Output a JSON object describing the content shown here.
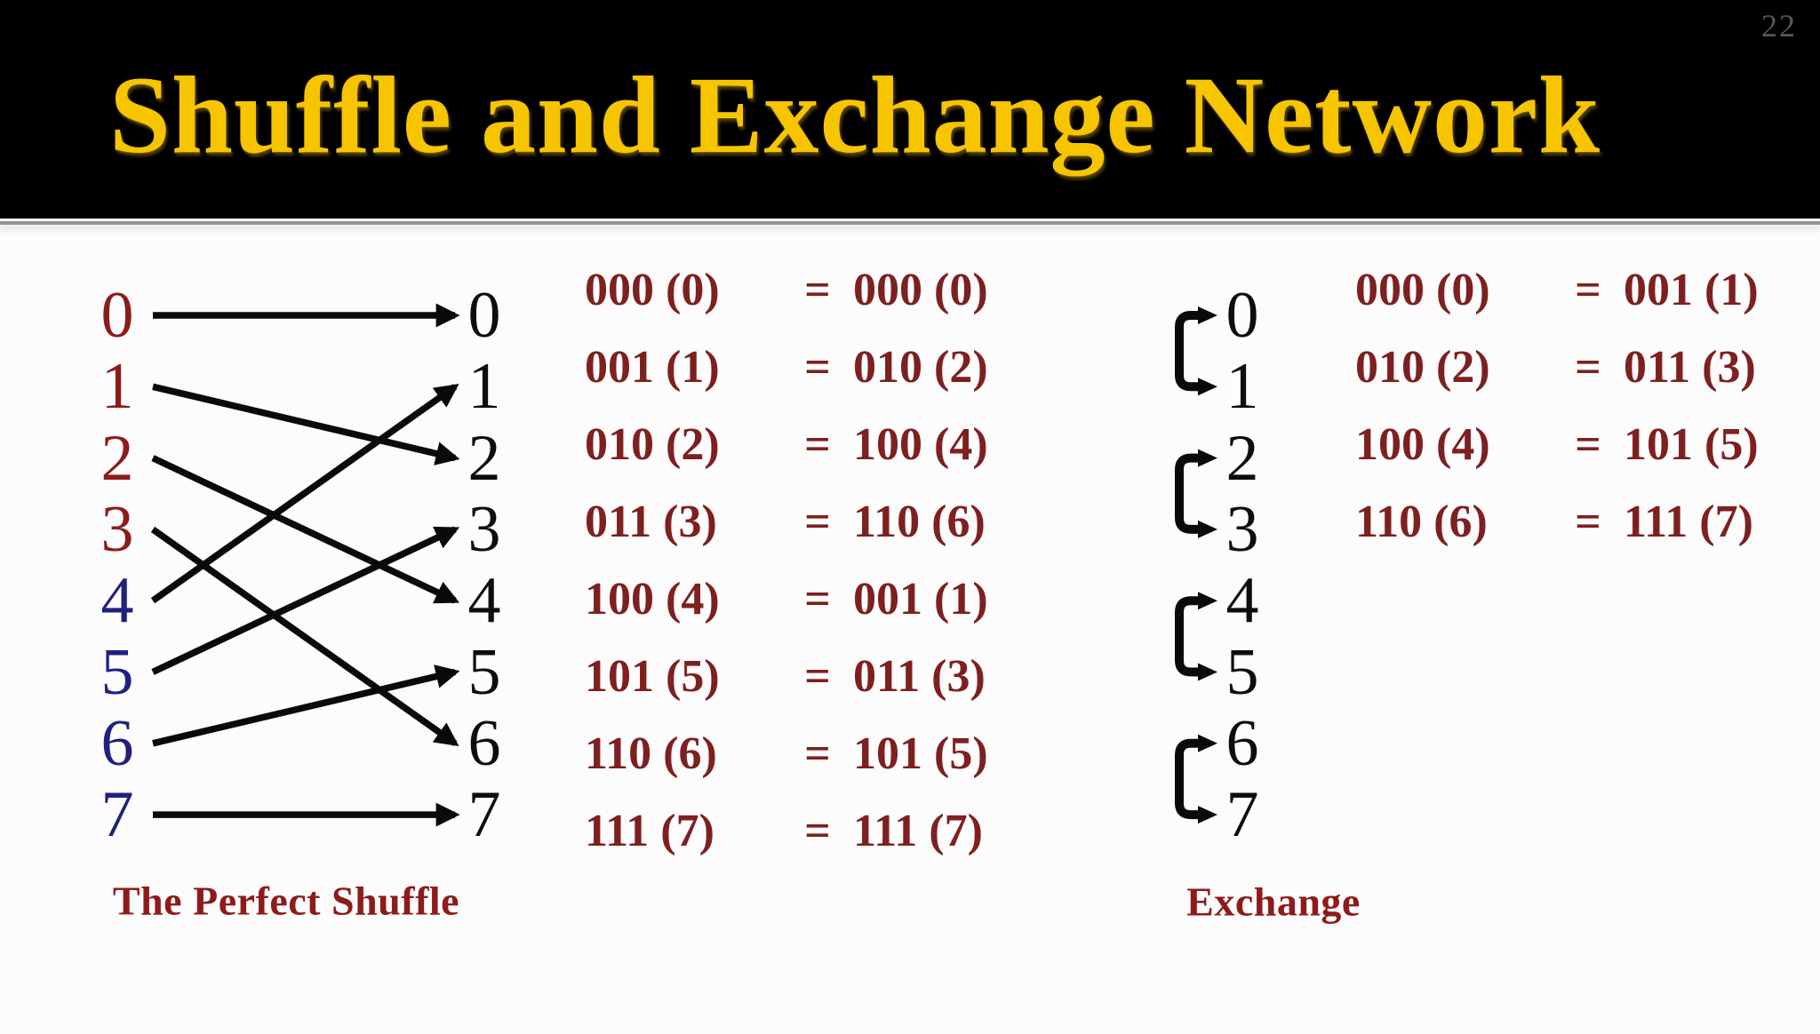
{
  "page": {
    "number": "22"
  },
  "title": "Shuffle and Exchange Network",
  "eq_sign": "=",
  "shuffle": {
    "caption": "The Perfect Shuffle",
    "left_nodes": [
      "0",
      "1",
      "2",
      "3",
      "4",
      "5",
      "6",
      "7"
    ],
    "right_nodes": [
      "0",
      "1",
      "2",
      "3",
      "4",
      "5",
      "6",
      "7"
    ],
    "mapping": [
      [
        0,
        0
      ],
      [
        1,
        2
      ],
      [
        2,
        4
      ],
      [
        3,
        6
      ],
      [
        4,
        1
      ],
      [
        5,
        3
      ],
      [
        6,
        5
      ],
      [
        7,
        7
      ]
    ]
  },
  "shuffle_equations": [
    {
      "left": "000 (0)",
      "right": "000 (0)"
    },
    {
      "left": "001 (1)",
      "right": "010 (2)"
    },
    {
      "left": "010 (2)",
      "right": "100 (4)"
    },
    {
      "left": "011 (3)",
      "right": "110 (6)"
    },
    {
      "left": "100 (4)",
      "right": "001 (1)"
    },
    {
      "left": "101 (5)",
      "right": "011 (3)"
    },
    {
      "left": "110 (6)",
      "right": "101 (5)"
    },
    {
      "left": "111 (7)",
      "right": "111 (7)"
    }
  ],
  "exchange": {
    "caption": "Exchange",
    "nodes": [
      "0",
      "1",
      "2",
      "3",
      "4",
      "5",
      "6",
      "7"
    ],
    "pairs": [
      [
        0,
        1
      ],
      [
        2,
        3
      ],
      [
        4,
        5
      ],
      [
        6,
        7
      ]
    ]
  },
  "exchange_equations": [
    {
      "left": "000 (0)",
      "right": "001 (1)"
    },
    {
      "left": "010 (2)",
      "right": "011 (3)"
    },
    {
      "left": "100 (4)",
      "right": "101 (5)"
    },
    {
      "left": "110 (6)",
      "right": "111 (7)"
    }
  ],
  "colors": {
    "title_yellow": "#f6c500",
    "maroon": "#7e2020",
    "node_maroon": "#8e1b1b",
    "node_navy": "#20207d",
    "arrow_black": "#0a0a0a"
  }
}
